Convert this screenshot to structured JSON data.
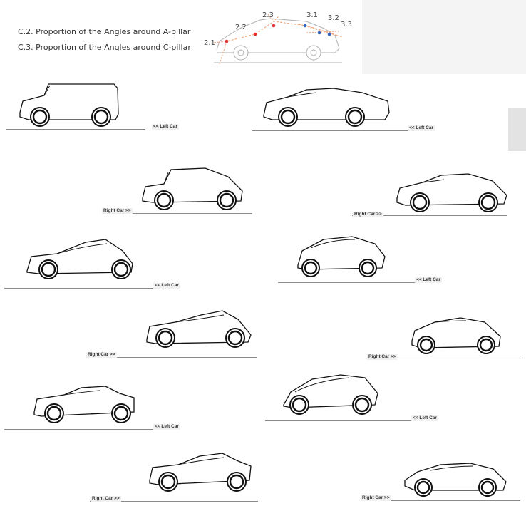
{
  "header": {
    "caption_a_pillar": "C.2. Proportion of the Angles around A-pillar",
    "caption_c_pillar": "C.3. Proportion of the Angles around C-pillar"
  },
  "diagram": {
    "points": [
      "2.1",
      "2.2",
      "2.3",
      "3.1",
      "3.2",
      "3.3"
    ],
    "colors": {
      "a_pillar": "#e03030",
      "c_pillar": "#3060c0",
      "guide": "#f0a070"
    }
  },
  "labels": {
    "left": "<< Left Car",
    "right": "Right Car >>"
  }
}
